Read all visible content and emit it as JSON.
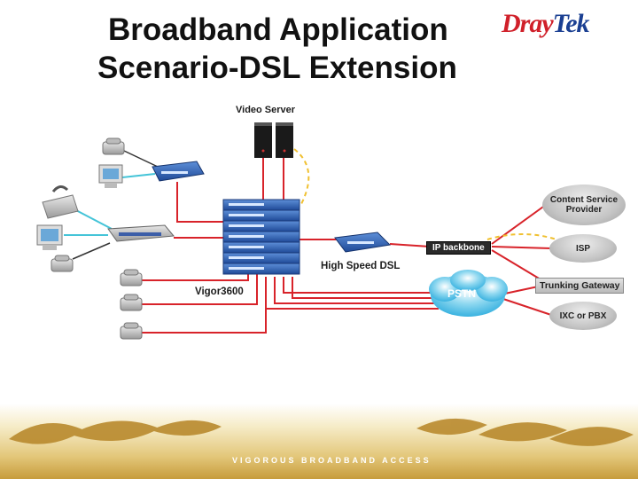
{
  "title": {
    "line1": "Broadband Application",
    "line2": "Scenario-DSL Extension"
  },
  "logo": {
    "text_a": "Dray",
    "text_b": "Tek"
  },
  "labels": {
    "video_server": "Video Server",
    "high_speed_dsl": "High Speed DSL",
    "vigor": "Vigor3600",
    "ip_backbone": "IP backbone",
    "pstn": "PSTN",
    "content_service_provider": "Content Service Provider",
    "isp": "ISP",
    "trunking_gateway": "Trunking Gateway",
    "ixc_or_pbx": "IXC or PBX"
  },
  "footer": {
    "tagline": "VIGOROUS BROADBAND ACCESS"
  },
  "colors": {
    "link": "#d8232a",
    "lan": "#44c4d8",
    "dashed": "#f0c030",
    "device_blue": "#2b5fb0"
  }
}
